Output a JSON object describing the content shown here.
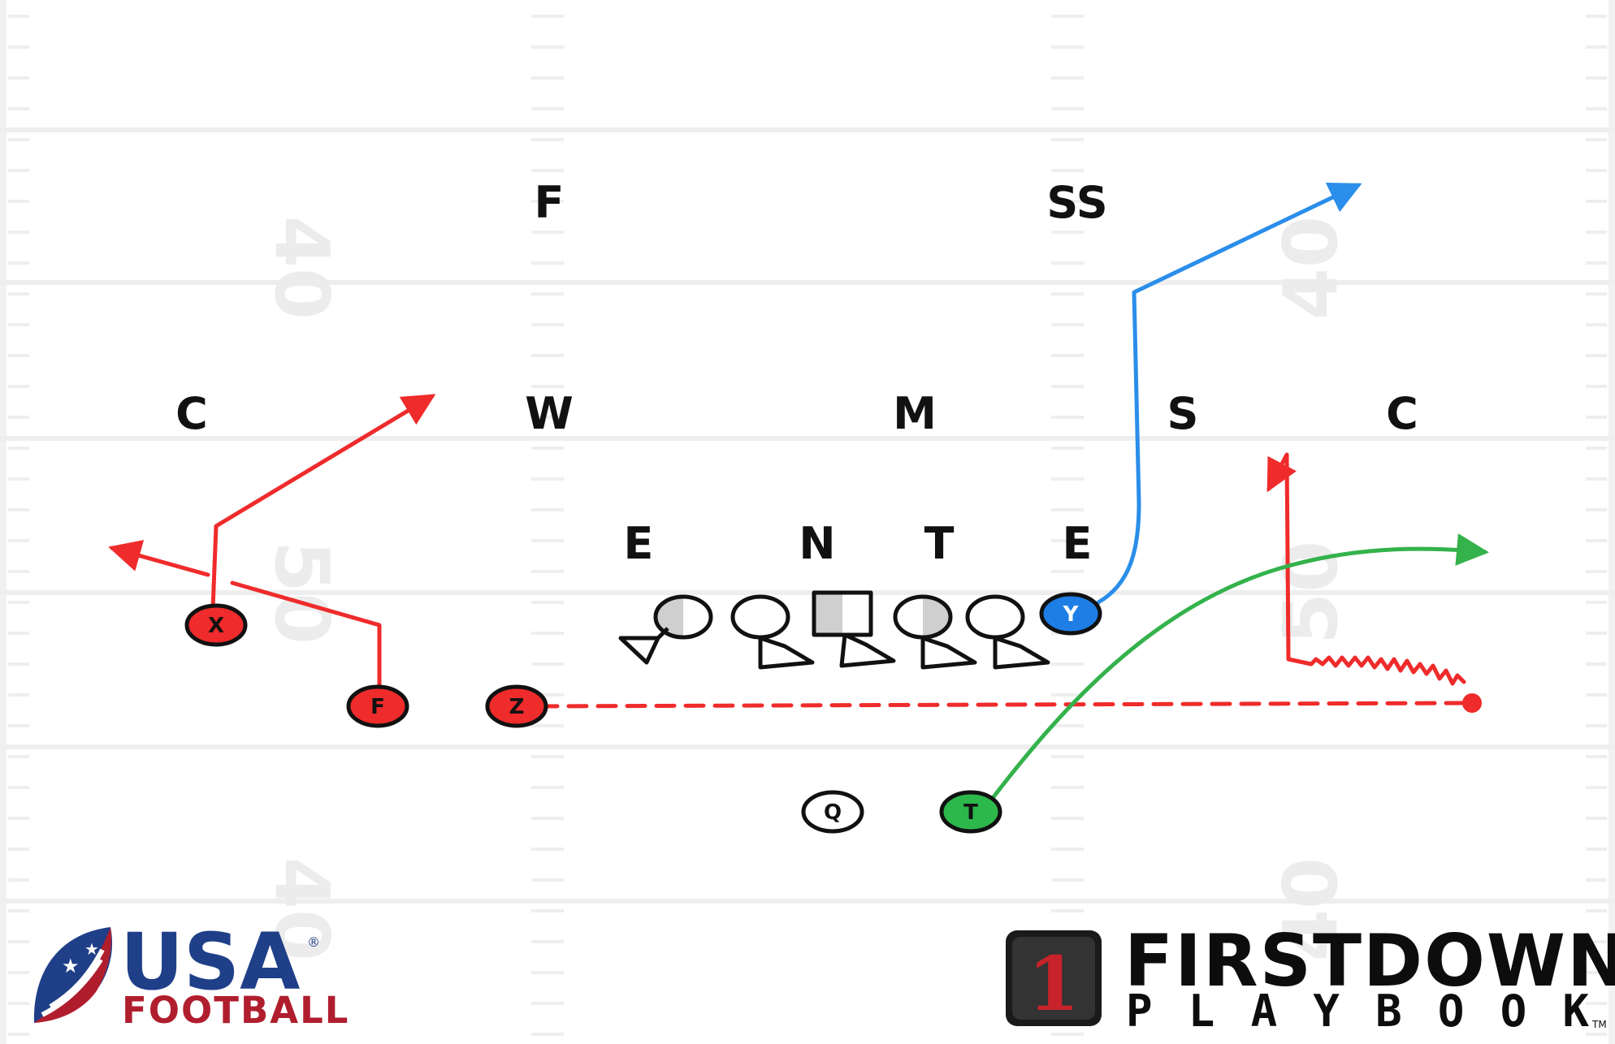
{
  "field": {
    "yard_numbers": [
      "40",
      "50",
      "40",
      "40",
      "50",
      "40"
    ]
  },
  "defense": {
    "labels": [
      {
        "id": "f",
        "text": "F"
      },
      {
        "id": "ss",
        "text": "SS"
      },
      {
        "id": "c-left",
        "text": "C"
      },
      {
        "id": "w",
        "text": "W"
      },
      {
        "id": "m",
        "text": "M"
      },
      {
        "id": "s",
        "text": "S"
      },
      {
        "id": "c-right",
        "text": "C"
      },
      {
        "id": "e-left",
        "text": "E"
      },
      {
        "id": "n",
        "text": "N"
      },
      {
        "id": "t",
        "text": "T"
      },
      {
        "id": "e-right",
        "text": "E"
      }
    ]
  },
  "offense": {
    "players": [
      {
        "id": "x",
        "letter": "X",
        "color": "#ef2b2b"
      },
      {
        "id": "f",
        "letter": "F",
        "color": "#ef2b2b"
      },
      {
        "id": "z",
        "letter": "Z",
        "color": "#ef2b2b"
      },
      {
        "id": "y",
        "letter": "Y",
        "color": "#1e7ee6"
      },
      {
        "id": "q",
        "letter": "Q",
        "color": "#ffffff"
      },
      {
        "id": "t",
        "letter": "T",
        "color": "#2db84b"
      }
    ],
    "route_colors": {
      "red": "#ef2b2b",
      "blue": "#2a8eea",
      "green": "#34b24c"
    }
  },
  "logos": {
    "usa_main": "USA",
    "usa_sub": "FOOTBALL",
    "usa_reg": "®",
    "fd_icon": "1",
    "fd_main": "FIRSTDOWN",
    "fd_sub": "PLAYBOOK",
    "fd_tm": "TM"
  }
}
